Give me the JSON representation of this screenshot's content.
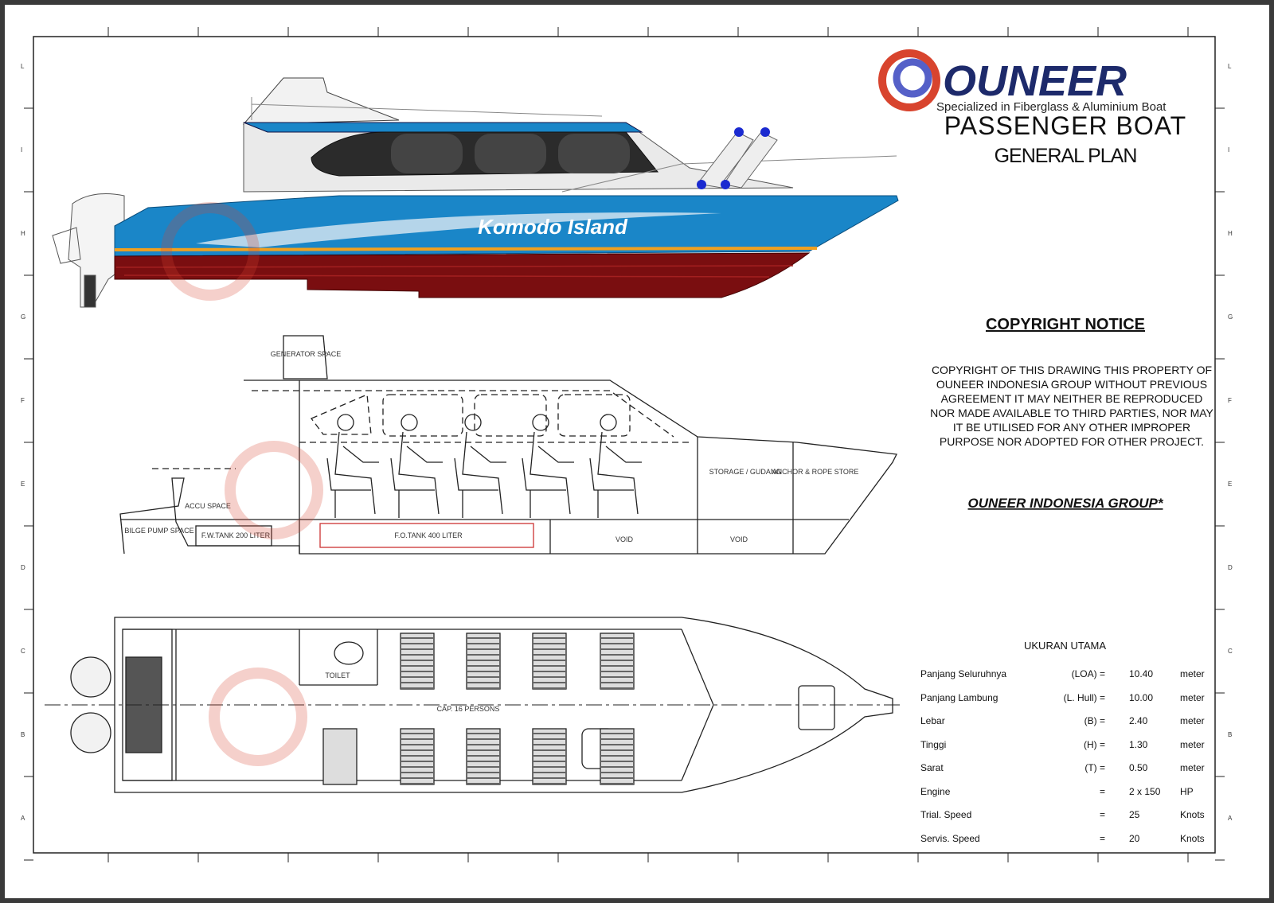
{
  "brand": {
    "name": "OUNEER",
    "tagline": "Specialized in Fiberglass & Aluminium Boat"
  },
  "title": {
    "main": "PASSENGER BOAT",
    "sub": "GENERAL PLAN"
  },
  "boat_name": "Komodo Island",
  "border_letters": [
    "L",
    "I",
    "H",
    "G",
    "F",
    "E",
    "D",
    "C",
    "B",
    "A"
  ],
  "profile_labels": {
    "generator": "GENERATOR SPACE",
    "accu": "ACCU SPACE",
    "bilge": "BILGE PUMP SPACE",
    "fw_tank": "F.W.TANK 200 LITER",
    "fo_tank": "F.O.TANK 400 LITER",
    "storage": "STORAGE / GUDANG",
    "anchor": "ANCHOR & ROPE STORE",
    "void1": "VOID",
    "void2": "VOID"
  },
  "plan_labels": {
    "toilet": "TOILET",
    "capacity": "CAP. 16 PERSONS"
  },
  "copyright": {
    "heading": "COPYRIGHT NOTICE",
    "body": "COPYRIGHT OF THIS DRAWING THIS PROPERTY OF OUNEER INDONESIA GROUP WITHOUT PREVIOUS AGREEMENT IT MAY NEITHER BE REPRODUCED NOR MADE AVAILABLE TO THIRD PARTIES, NOR MAY IT BE UTILISED FOR ANY OTHER IMPROPER PURPOSE NOR ADOPTED FOR OTHER PROJECT.",
    "signature": "OUNEER INDONESIA GROUP*"
  },
  "specs": {
    "heading": "UKURAN UTAMA",
    "rows": [
      {
        "label": "Panjang Seluruhnya",
        "code": "(LOA) =",
        "value": "10.40",
        "unit": "meter"
      },
      {
        "label": "Panjang Lambung",
        "code": "(L. Hull) =",
        "value": "10.00",
        "unit": "meter"
      },
      {
        "label": "Lebar",
        "code": "(B) =",
        "value": "2.40",
        "unit": "meter"
      },
      {
        "label": "Tinggi",
        "code": "(H) =",
        "value": "1.30",
        "unit": "meter"
      },
      {
        "label": "Sarat",
        "code": "(T) =",
        "value": "0.50",
        "unit": "meter"
      },
      {
        "label": "Engine",
        "code": "=",
        "value": "2 x 150",
        "unit": "HP"
      },
      {
        "label": "Trial. Speed",
        "code": "=",
        "value": "25",
        "unit": "Knots"
      },
      {
        "label": "Servis. Speed",
        "code": "=",
        "value": "20",
        "unit": "Knots"
      }
    ]
  },
  "colors": {
    "hull_blue": "#1a86c8",
    "hull_red": "#7a0e10",
    "brand_navy": "#1d2a6b",
    "brand_red": "#d8442e",
    "stripe": "#f0a020"
  }
}
